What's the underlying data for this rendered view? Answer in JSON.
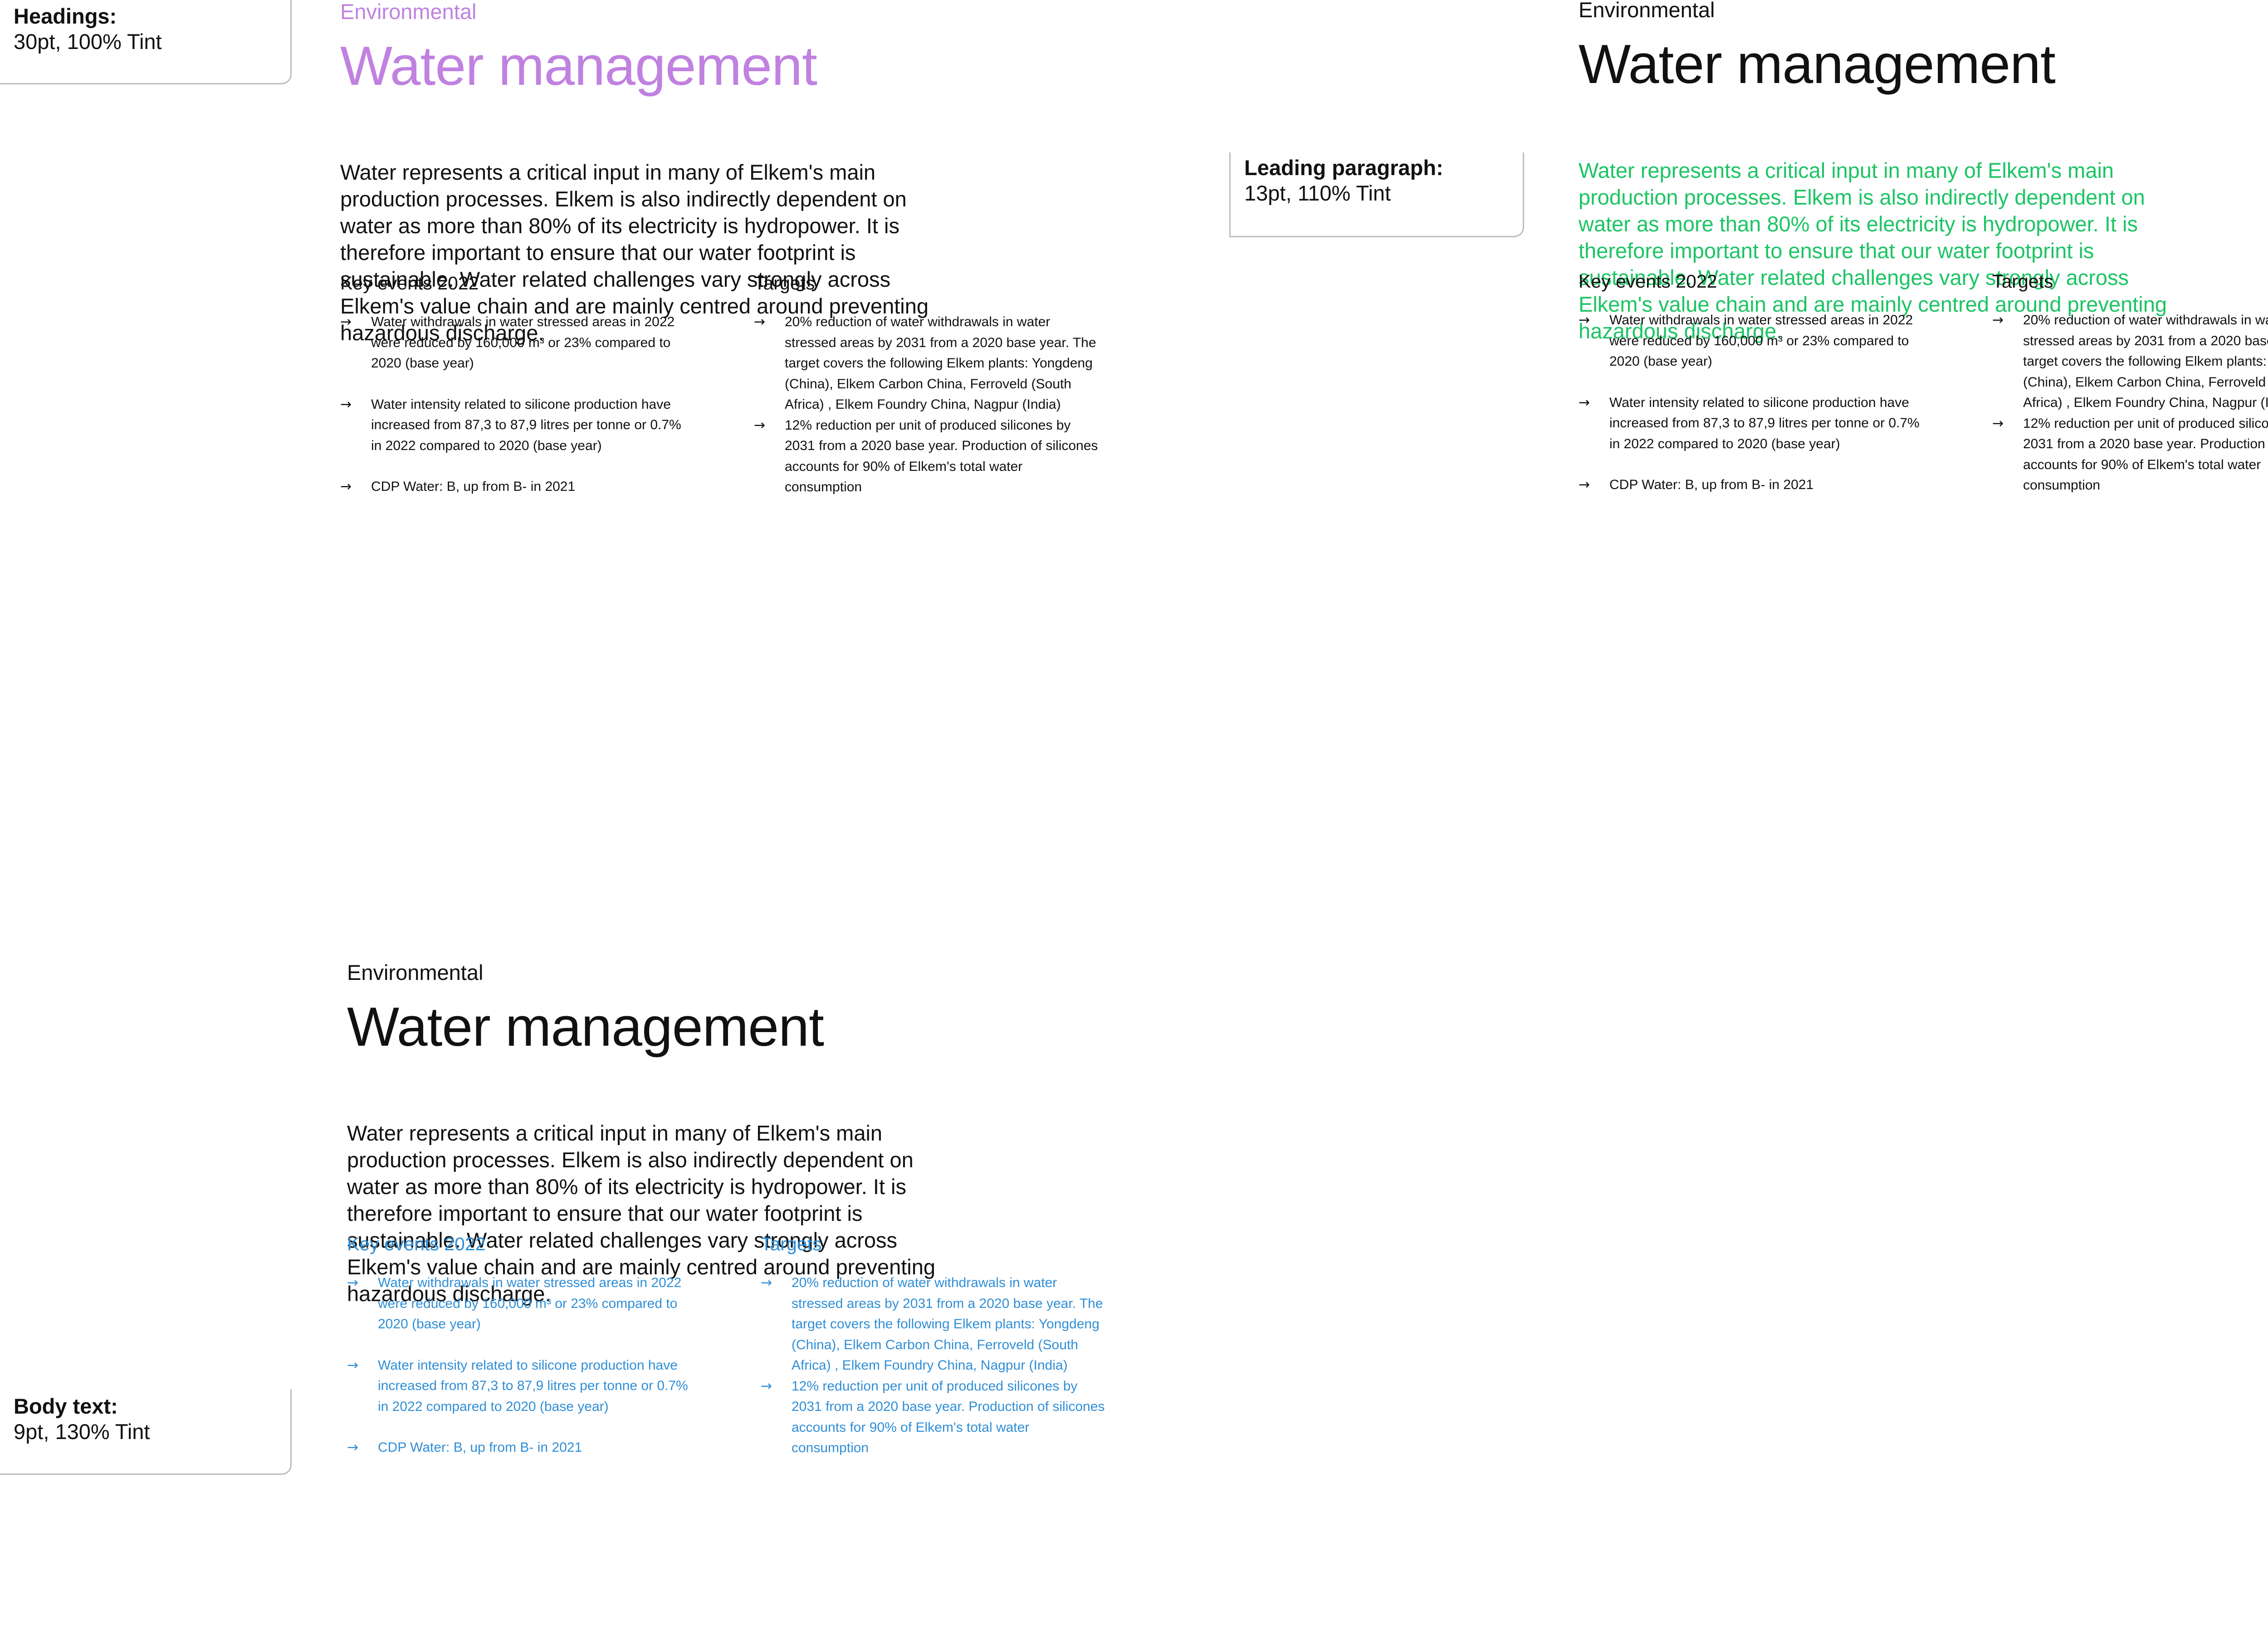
{
  "callouts": [
    {
      "title": "Headings:",
      "spec": "30pt, 100% Tint"
    },
    {
      "title": "Leading paragraph:",
      "spec": "13pt, 110% Tint"
    },
    {
      "title": "Body text:",
      "spec": "9pt, 130% Tint"
    }
  ],
  "sample": {
    "kicker": "Environmental",
    "title": "Water management",
    "lead": "Water represents a critical input in many of Elkem's main production processes. Elkem is also indirectly dependent on water as more than 80% of its electricity is hydropower. It is therefore important to ensure that our water footprint is sustainable. Water related challenges vary strongly across Elkem's value chain and are mainly centred around preventing hazardous discharge.",
    "arrow": "→",
    "key_events": {
      "heading": "Key events 2022",
      "items": [
        "Water withdrawals in water stressed areas in 2022 were reduced by 160,000 m³ or 23% compared to 2020 (base year)",
        "Water intensity related to silicone production have increased from 87,3 to 87,9 litres per tonne or 0.7% in 2022 compared to 2020 (base year)",
        "CDP Water: B, up from B- in 2021"
      ]
    },
    "targets": {
      "heading": "Targets",
      "items": [
        "20% reduction of water withdrawals in water stressed areas by 2031 from a 2020 base year. The target covers the following Elkem plants: Yongdeng (China), Elkem Carbon China, Ferroveld (South Africa) , Elkem Foundry China, Nagpur (India)",
        "12% reduction per unit of produced silicones by 2031 from a 2020 base year. Production of silicones accounts for 90% of Elkem's total water consumption"
      ]
    }
  },
  "colors": {
    "headings_highlight": "#c081e0",
    "leading_highlight": "#1cc464",
    "body_highlight": "#2f8ed6",
    "text": "#111111",
    "callout_border": "#bdbdbd"
  }
}
